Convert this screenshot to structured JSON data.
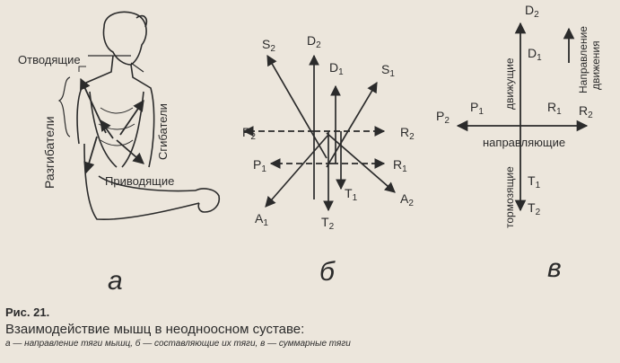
{
  "panel_a": {
    "abductors": "Отводящие",
    "extensors": "Разгибатели",
    "flexors": "Сгибатели",
    "adductors": "Приводящие",
    "label": "а"
  },
  "panel_b": {
    "S2": "S",
    "S2_sub": "2",
    "D2": "D",
    "D2_sub": "2",
    "D1": "D",
    "D1_sub": "1",
    "S1": "S",
    "S1_sub": "1",
    "P2": "P",
    "P2_sub": "2",
    "R2": "R",
    "R2_sub": "2",
    "P1": "P",
    "P1_sub": "1",
    "R1": "R",
    "R1_sub": "1",
    "T1": "T",
    "T1_sub": "1",
    "A1": "A",
    "A1_sub": "1",
    "T2": "T",
    "T2_sub": "2",
    "A2": "A",
    "A2_sub": "2",
    "label": "б"
  },
  "panel_c": {
    "D2": "D",
    "D2_sub": "2",
    "D1": "D",
    "D1_sub": "1",
    "P2": "P",
    "P2_sub": "2",
    "P1": "P",
    "P1_sub": "1",
    "R1": "R",
    "R1_sub": "1",
    "R2": "R",
    "R2_sub": "2",
    "T1": "T",
    "T1_sub": "1",
    "T2": "T",
    "T2_sub": "2",
    "driving": "движущие",
    "guiding": "направляющие",
    "braking": "тормозящие",
    "direction_line1": "Направление",
    "direction_line2": "движения",
    "label": "в"
  },
  "caption": {
    "title": "Рис. 21.",
    "subtitle": "Взаимодействие мышц в неодноосном суставе:",
    "legend": "а — направление тяги мышц, б — составляющие их тяги, в — суммарные тяги"
  },
  "colors": {
    "ink": "#2b2b2b",
    "paper": "#ece6dc",
    "s2": "#9a4a3a"
  }
}
